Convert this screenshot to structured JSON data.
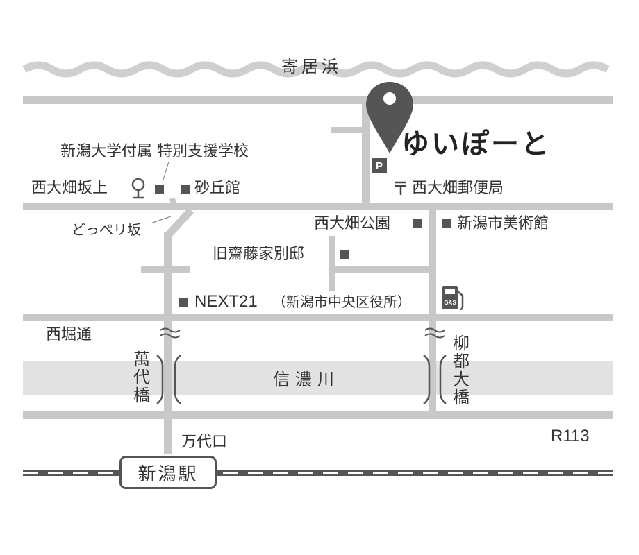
{
  "map": {
    "sea": "寄居浜",
    "destination": "ゆいぽーと",
    "parking": "P",
    "post_office": "西大畑郵便局",
    "school": "新潟大学付属 特別支援学校",
    "bus_stop": "西大畑坂上",
    "sakyukan": "砂丘館",
    "slope": "どっぺリ坂",
    "park": "西大畑公園",
    "museum": "新潟市美術館",
    "saito_villa": "旧齋藤家別邸",
    "next21": "NEXT21",
    "ward_office": "（新潟市中央区役所）",
    "gas_label": "GAS",
    "nishibori": "西堀通",
    "bandai_bridge": "萬代橋",
    "yanagito_bridge": "柳都大橋",
    "river": "信濃川",
    "bandaiguchi": "万代口",
    "route": "R113",
    "station": "新潟駅"
  },
  "colors": {
    "road": "#c8c8c8",
    "river": "#e2e2e2",
    "icon": "#555555",
    "rail_dash": "#ffffff"
  },
  "icons": [
    "map-pin-icon",
    "bus-stop-icon",
    "post-office-icon",
    "gas-station-icon",
    "parking-icon"
  ]
}
